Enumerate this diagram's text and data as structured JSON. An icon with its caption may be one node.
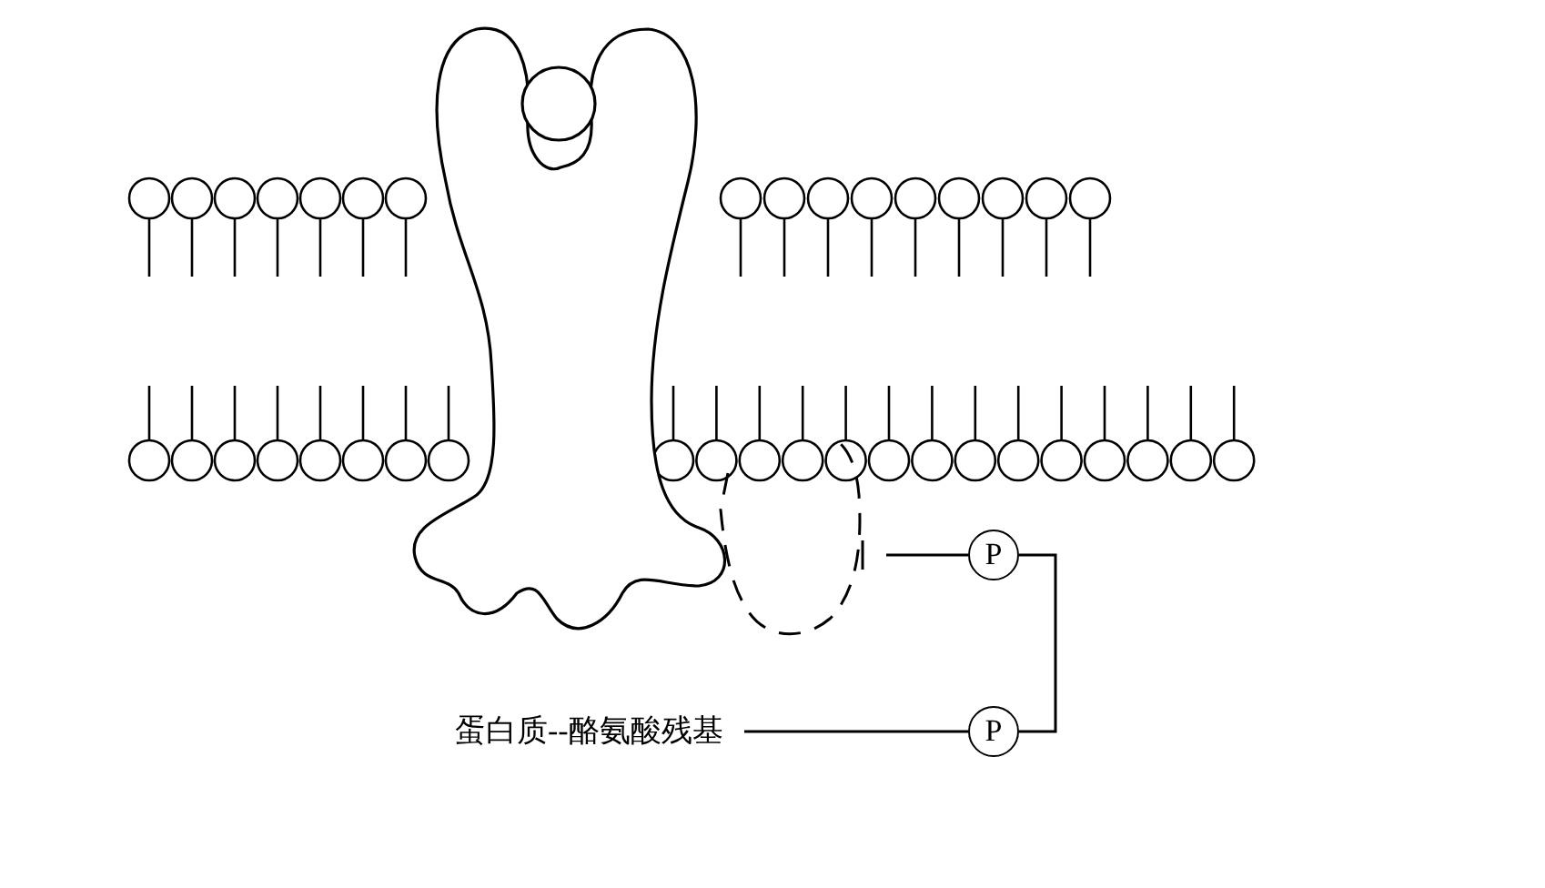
{
  "diagram": {
    "nodes": [
      {
        "text": [
          "P"
        ]
      },
      {
        "text": [
          "P"
        ]
      },
      {
        "text": [
          "蛋白质--酪氨酸残基"
        ]
      },
      {
        "text": [],
        "shape": "arc"
      }
    ],
    "edges": [
      {
        "from": 3,
        "to": 0,
        "arrow": "none"
      },
      {
        "from": 2,
        "to": 1,
        "arrow": "none"
      },
      {
        "from": 0,
        "to": 1,
        "arrow": "none"
      }
    ]
  }
}
